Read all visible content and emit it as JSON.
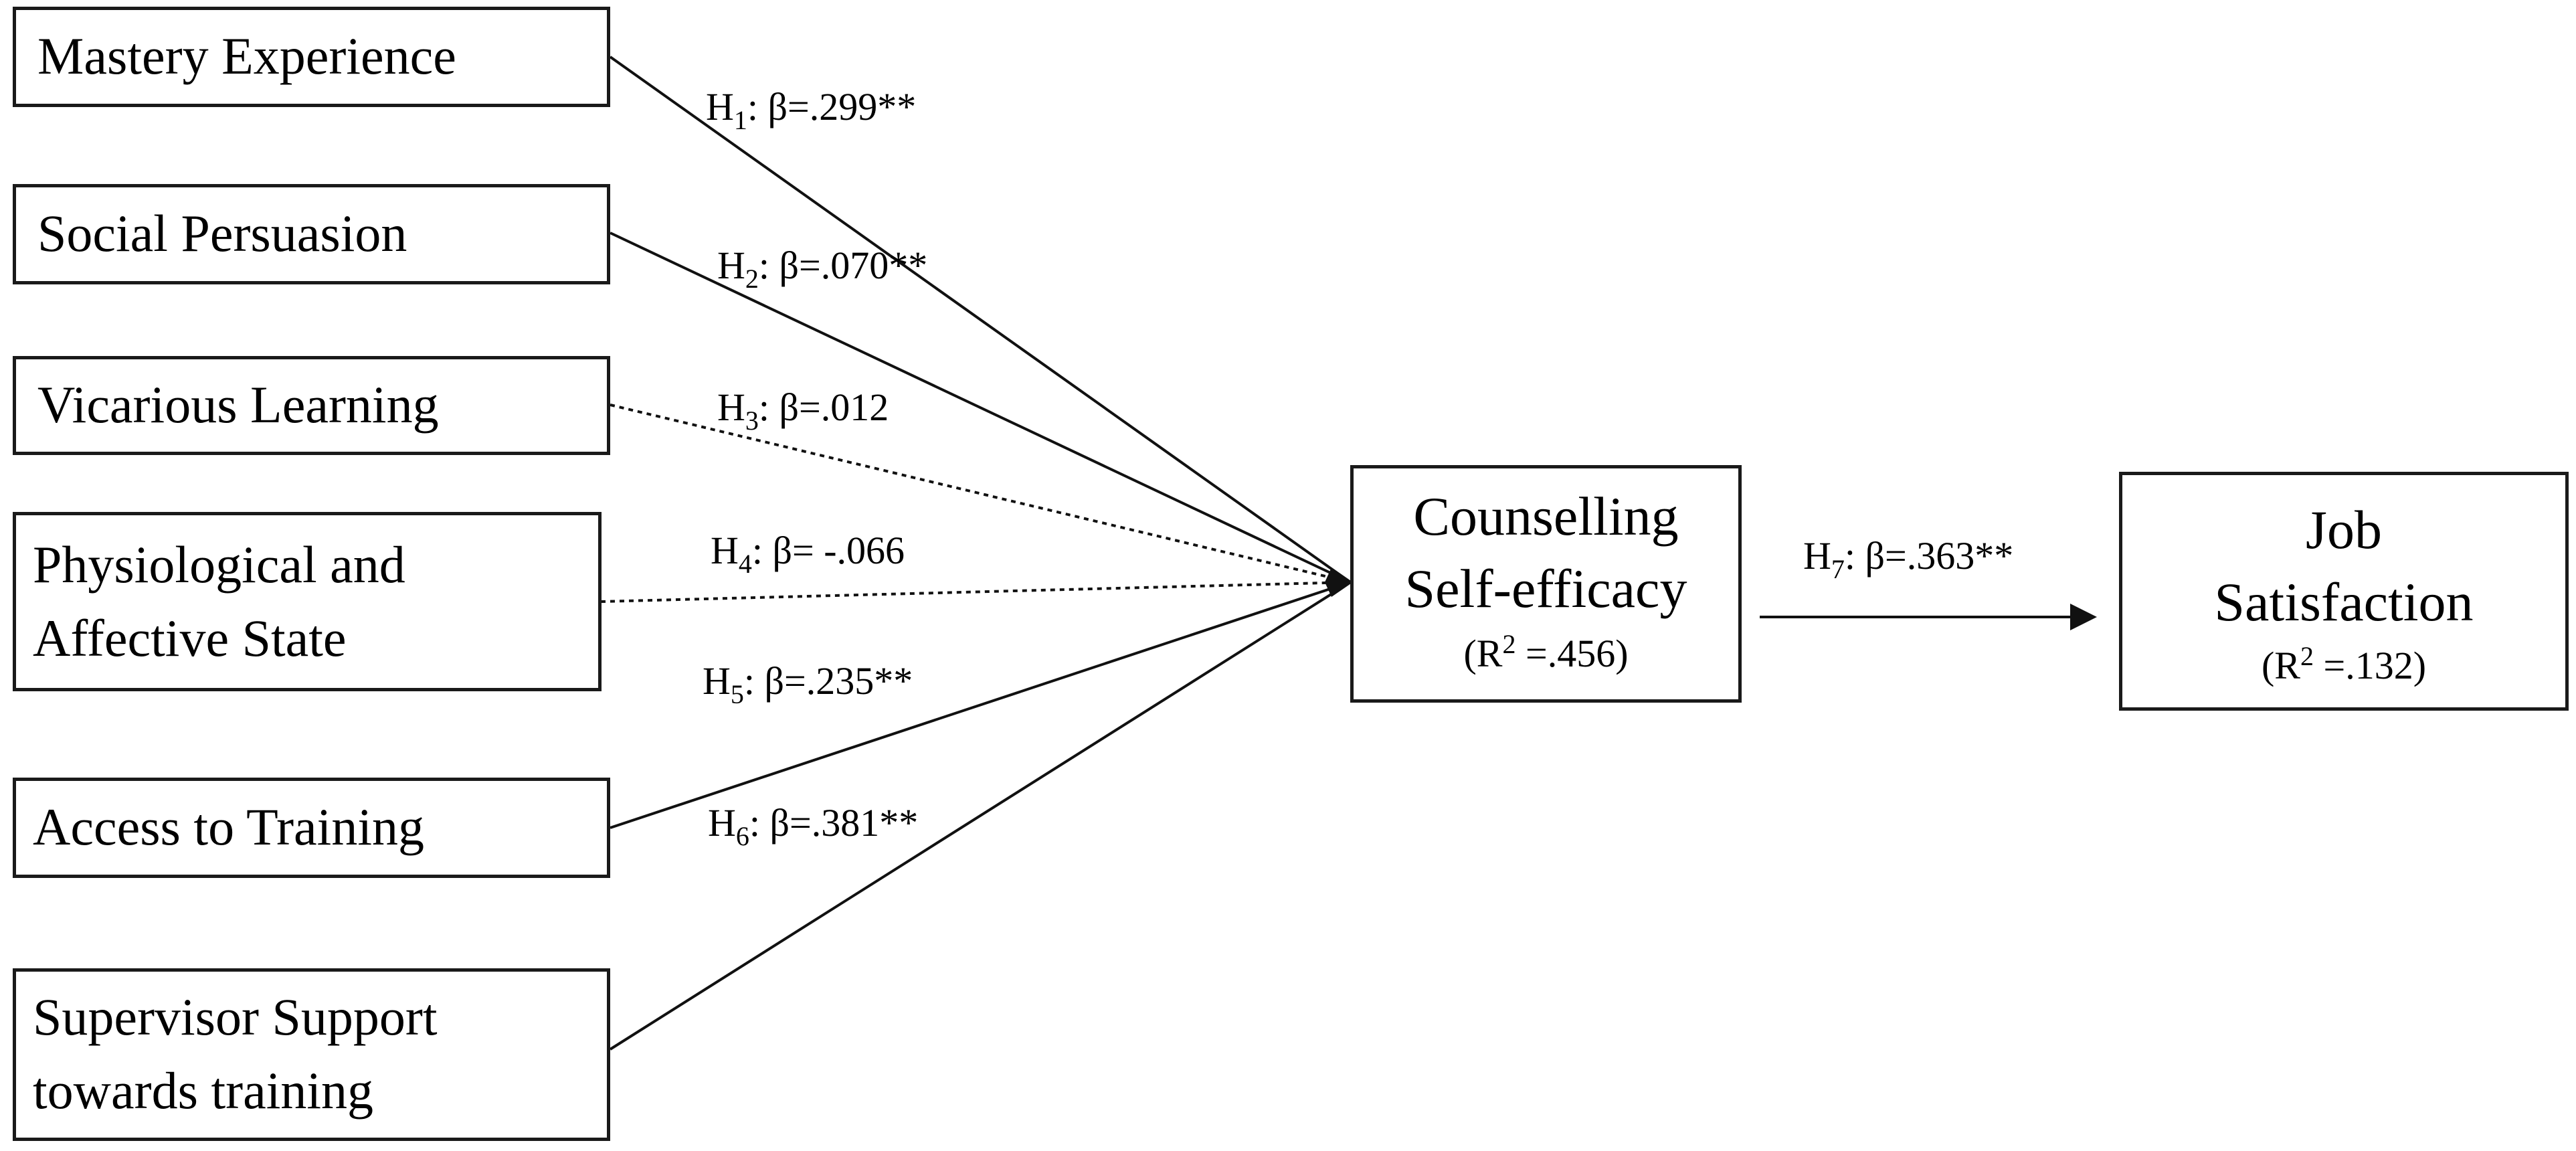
{
  "predictors": [
    {
      "lines": [
        "Mastery Experience"
      ]
    },
    {
      "lines": [
        "Social Persuasion"
      ]
    },
    {
      "lines": [
        "Vicarious Learning"
      ]
    },
    {
      "lines": [
        "Physiological and",
        "Affective State"
      ]
    },
    {
      "lines": [
        "Access to Training"
      ]
    },
    {
      "lines": [
        "Supervisor Support",
        "towards training"
      ]
    }
  ],
  "mediator": {
    "lines": [
      "Counselling",
      "Self-efficacy"
    ],
    "r2": {
      "prefix": "(R",
      "sup": "2",
      "suffix": " =.456)"
    }
  },
  "outcome": {
    "lines": [
      "Job",
      "Satisfaction"
    ],
    "r2": {
      "prefix": "(R",
      "sup": "2",
      "suffix": " =.132)"
    }
  },
  "paths": [
    {
      "h": "H",
      "sub": "1",
      "beta": ": β=.299**",
      "significant": true
    },
    {
      "h": "H",
      "sub": "2",
      "beta": ": β=.070**",
      "significant": true
    },
    {
      "h": "H",
      "sub": "3",
      "beta": ": β=.012",
      "significant": false
    },
    {
      "h": "H",
      "sub": "4",
      "beta": ": β= -.066",
      "significant": false
    },
    {
      "h": "H",
      "sub": "5",
      "beta": ": β=.235**",
      "significant": true
    },
    {
      "h": "H",
      "sub": "6",
      "beta": ": β=.381**",
      "significant": true
    },
    {
      "h": "H",
      "sub": "7",
      "beta": ": β=.363**",
      "significant": true
    }
  ]
}
